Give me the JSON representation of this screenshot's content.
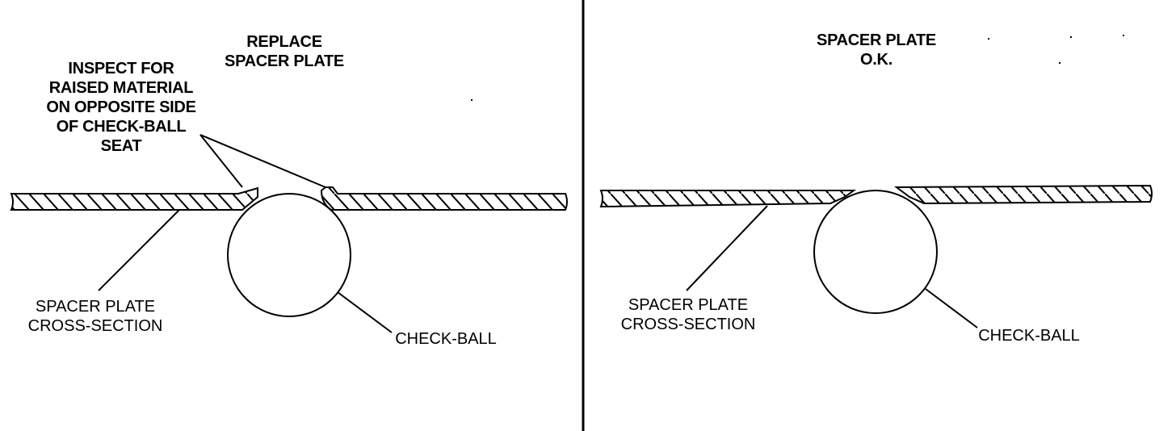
{
  "left_panel": {
    "replace_label": [
      "REPLACE",
      "SPACER PLATE"
    ],
    "inspect_label": [
      "INSPECT FOR",
      "RAISED MATERIAL",
      "ON OPPOSITE SIDE",
      "OF CHECK-BALL",
      "SEAT"
    ],
    "plate_label": [
      "SPACER PLATE",
      "CROSS-SECTION"
    ],
    "ball_label": "CHECK-BALL"
  },
  "right_panel": {
    "ok_label": [
      "SPACER PLATE",
      "O.K."
    ],
    "plate_label": [
      "SPACER PLATE",
      "CROSS-SECTION"
    ],
    "ball_label": "CHECK-BALL"
  },
  "colors": {
    "ink": "#000000",
    "paper": "#ffffff"
  }
}
